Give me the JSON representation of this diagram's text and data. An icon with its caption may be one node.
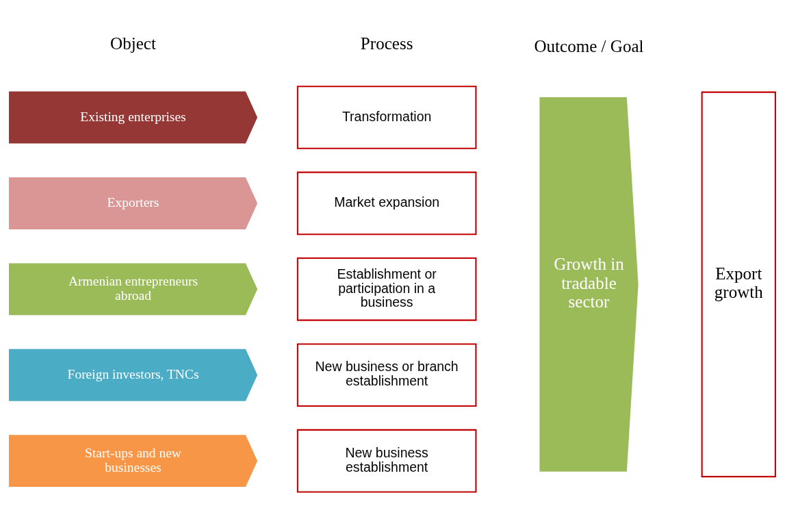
{
  "diagram": {
    "nodes": [
      {
        "text": [
          "Existing enterprises"
        ]
      },
      {
        "text": [
          "Exporters"
        ]
      },
      {
        "text": [
          "Armenian entrepreneurs abroad"
        ]
      },
      {
        "text": [
          "Foreign investors, TNCs"
        ]
      },
      {
        "text": [
          "Start-ups and new businesses"
        ]
      },
      {
        "text": [
          "Transformation"
        ]
      },
      {
        "text": [
          "Market expansion"
        ]
      },
      {
        "text": [
          "Establishment or participation in a business"
        ]
      },
      {
        "text": [
          "New business or branch establishment"
        ]
      },
      {
        "text": [
          "New business establishment"
        ]
      },
      {
        "text": [
          "Growth in tradable sector"
        ]
      },
      {
        "text": [
          "Export growth"
        ]
      }
    ],
    "labels": [
      "Object",
      "Process",
      "Outcome / Goal"
    ]
  }
}
